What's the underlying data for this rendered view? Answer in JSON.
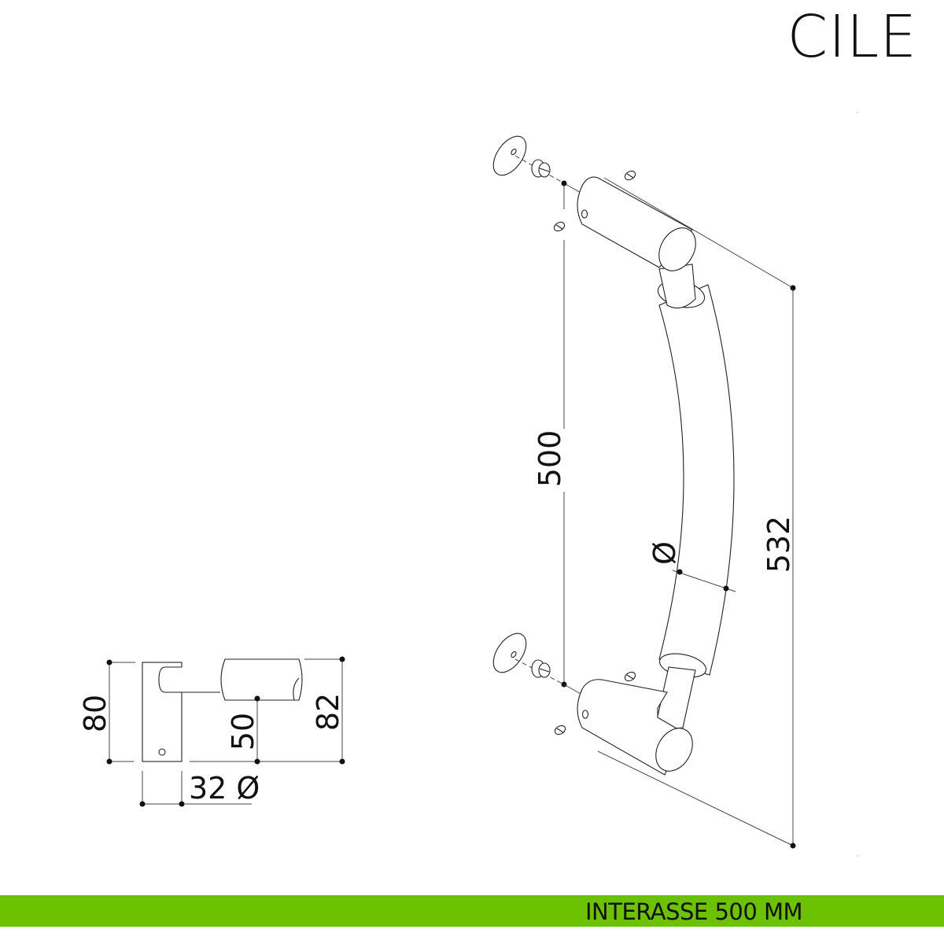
{
  "brand": "CILE",
  "footer": {
    "label": "INTERASSE 500 MM",
    "color": "#6cc200"
  },
  "side_view": {
    "height_80": "80",
    "height_50": "50",
    "height_82": "82",
    "width_32": "32 Ø"
  },
  "iso_view": {
    "interasse": "500",
    "total_length": "532",
    "diameter_symbol": "Ø"
  }
}
